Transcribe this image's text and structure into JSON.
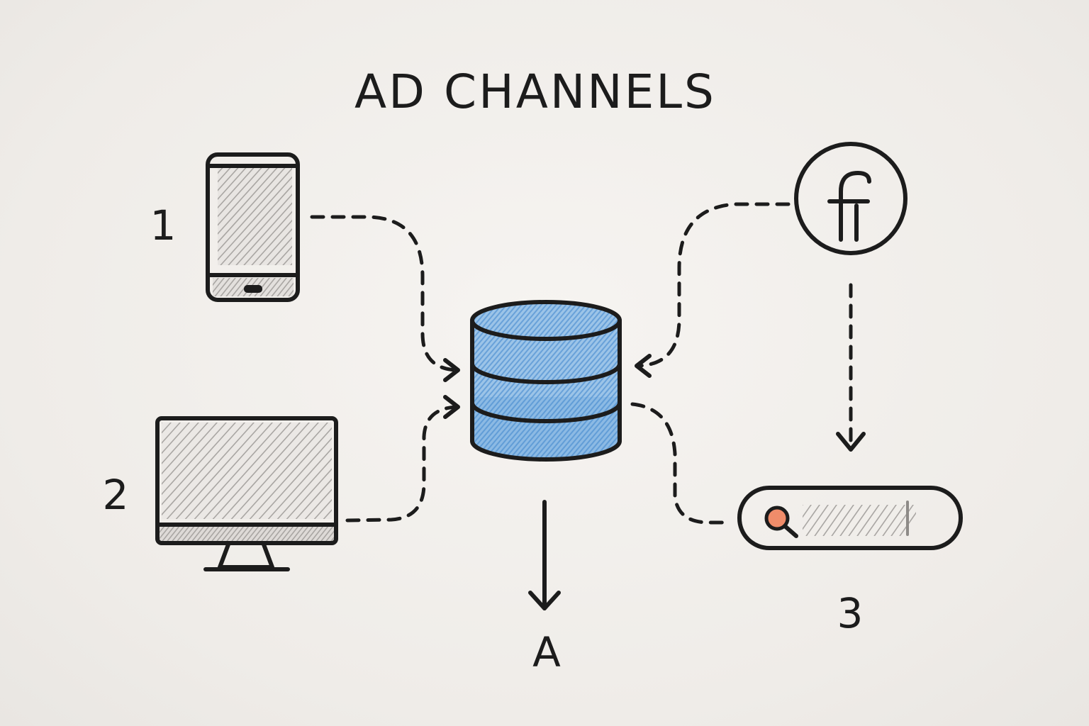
{
  "title": "AD CHANNELS",
  "nodes": {
    "phone": {
      "label": "1",
      "icon": "smartphone-icon"
    },
    "monitor": {
      "label": "2",
      "icon": "desktop-monitor-icon"
    },
    "database": {
      "icon": "database-icon",
      "color": "#7fb2e0"
    },
    "facebook": {
      "icon": "facebook-icon"
    },
    "search": {
      "label": "3",
      "icon": "search-bar-icon",
      "accent": "#f08c6a"
    },
    "output": {
      "label": "A"
    }
  },
  "edges": [
    {
      "from": "phone",
      "to": "database",
      "style": "dashed"
    },
    {
      "from": "monitor",
      "to": "database",
      "style": "dashed"
    },
    {
      "from": "facebook",
      "to": "database",
      "style": "dashed"
    },
    {
      "from": "facebook",
      "to": "search",
      "style": "dashed"
    },
    {
      "from": "database",
      "to": "search",
      "style": "dashed"
    },
    {
      "from": "database",
      "to": "output",
      "style": "solid"
    }
  ]
}
